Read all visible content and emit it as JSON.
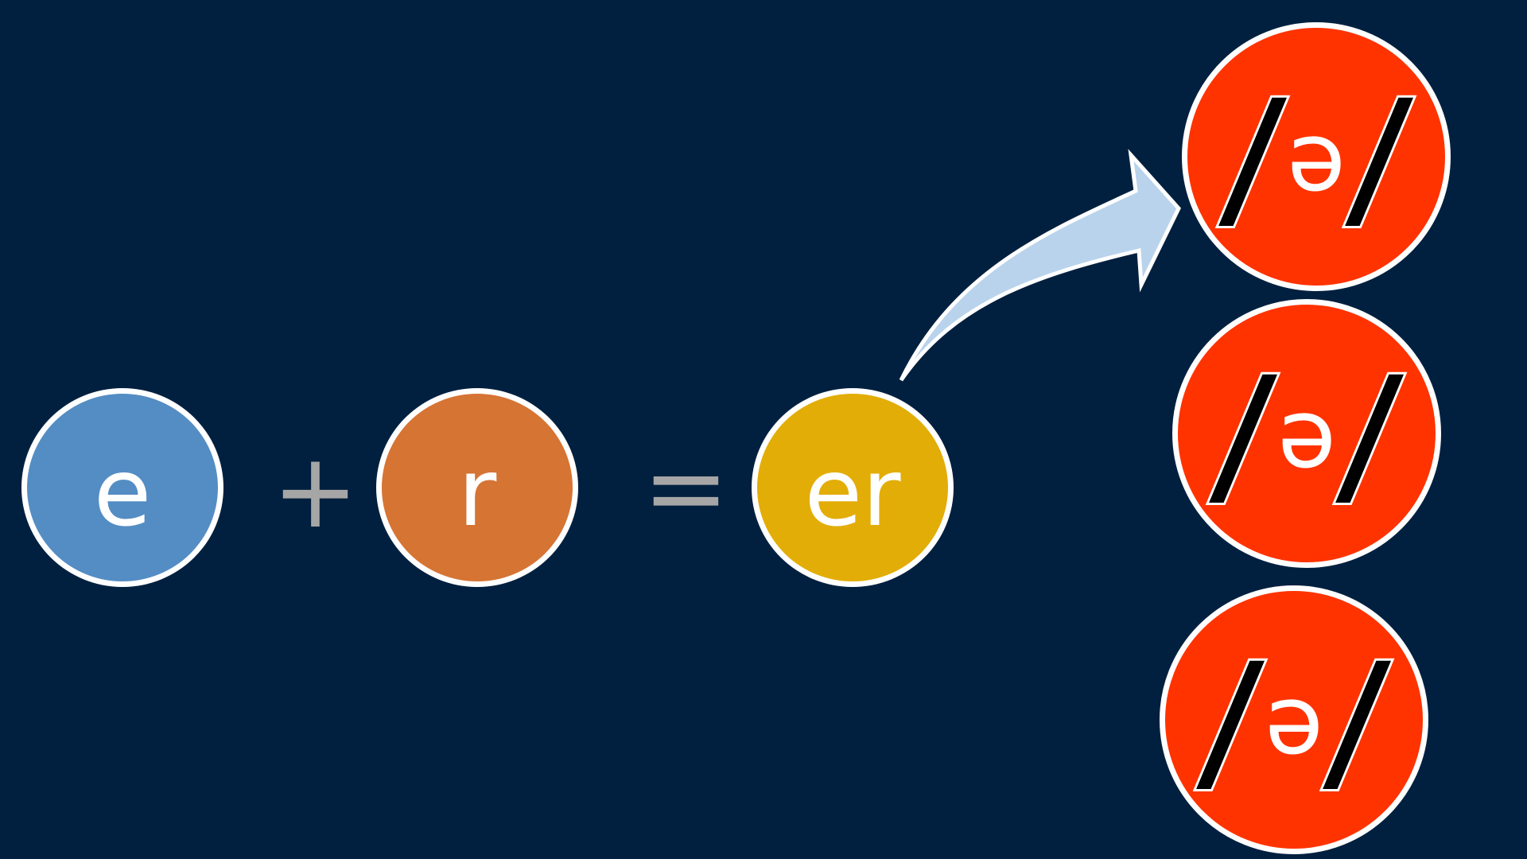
{
  "equation": {
    "first": "e",
    "plus": "+",
    "second": "r",
    "equals": "=",
    "result": "er"
  },
  "outcomes": [
    {
      "open": "/",
      "symbol": "ə",
      "close": "/"
    },
    {
      "open": "/",
      "symbol": "ə",
      "close": "/"
    },
    {
      "open": "/",
      "symbol": "ə",
      "close": "/"
    }
  ],
  "colors": {
    "background": "#01203f",
    "e_bubble": "#548dc4",
    "r_bubble": "#d67434",
    "er_bubble": "#e3ad07",
    "outcome_bubble": "#ff3300",
    "operator": "#a6a6a6",
    "arrow_fill": "#b9d3ec"
  },
  "icons": {
    "arrow": "curved-arrow-icon"
  }
}
